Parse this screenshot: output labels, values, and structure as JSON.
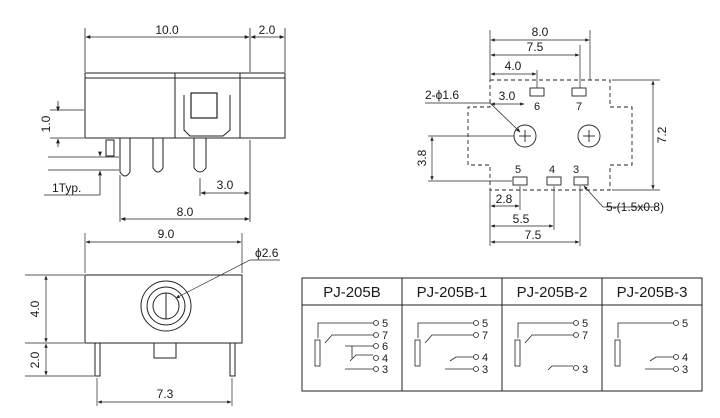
{
  "side_view": {
    "dim_width": "10.0",
    "dim_right": "2.0",
    "dim_height": "1.0",
    "dim_pin": "1Typ.",
    "dim_pin_gap": "3.0",
    "dim_pin_span": "8.0"
  },
  "bottom_footprint": {
    "dim_outer": "8.0",
    "dim_mid": "7.5",
    "dim_upper": "4.0",
    "dim_hole_offset": "3.0",
    "hole_label": "2-ϕ1.6",
    "dim_height": "7.2",
    "dim_left": "3.8",
    "dim_b1": "2.8",
    "dim_b2": "5.5",
    "dim_b3": "7.5",
    "slot_label": "5-(1.5x0.8)",
    "pins": [
      "6",
      "7",
      "5",
      "4",
      "3"
    ]
  },
  "front_view": {
    "dim_width": "9.0",
    "dim_hole": "ϕ2.6",
    "dim_height": "4.0",
    "dim_pin": "2.0",
    "dim_bottom": "7.3"
  },
  "variants": {
    "headers": [
      "PJ-205B",
      "PJ-205B-1",
      "PJ-205B-2",
      "PJ-205B-3"
    ],
    "pins": [
      [
        "5",
        "7",
        "6",
        "4",
        "3"
      ],
      [
        "5",
        "7",
        "4",
        "3"
      ],
      [
        "5",
        "7",
        "3"
      ],
      [
        "5",
        "4",
        "3"
      ]
    ]
  }
}
